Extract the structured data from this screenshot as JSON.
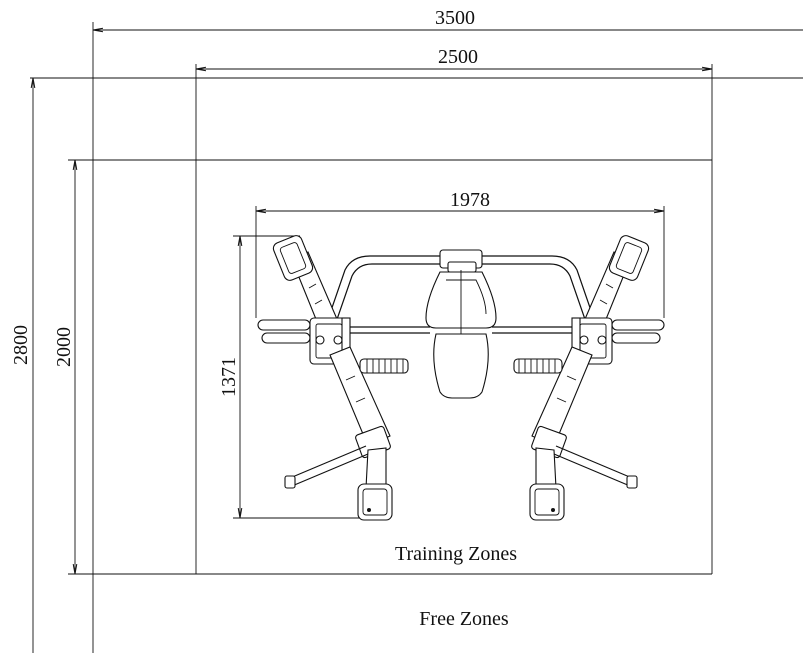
{
  "diagram": {
    "dimensions": {
      "overall_width": "3500",
      "training_width": "2500",
      "machine_width": "1978",
      "overall_depth": "2800",
      "training_depth": "2000",
      "machine_depth": "1371"
    },
    "zones": {
      "training": "Training Zones",
      "free": "Free Zones"
    }
  }
}
